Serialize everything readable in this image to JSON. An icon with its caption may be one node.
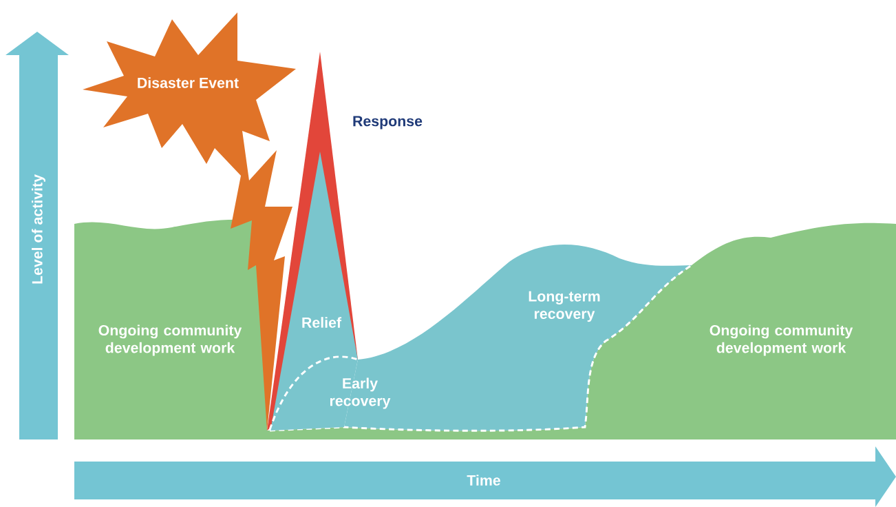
{
  "diagram": {
    "nodes": [
      {
        "text": [
          "Disaster Event"
        ]
      },
      {
        "text": [
          "Response"
        ]
      },
      {
        "text": [
          "Relief"
        ],
        "in": 1
      },
      {
        "text": [
          "Early recovery"
        ]
      },
      {
        "text": [
          "Long-term recovery"
        ]
      },
      {
        "text": [
          "Ongoing community development work",
          "Ongoing community development work"
        ]
      },
      {
        "text": [
          "Level of activity"
        ]
      },
      {
        "text": [
          "Time"
        ]
      }
    ]
  }
}
